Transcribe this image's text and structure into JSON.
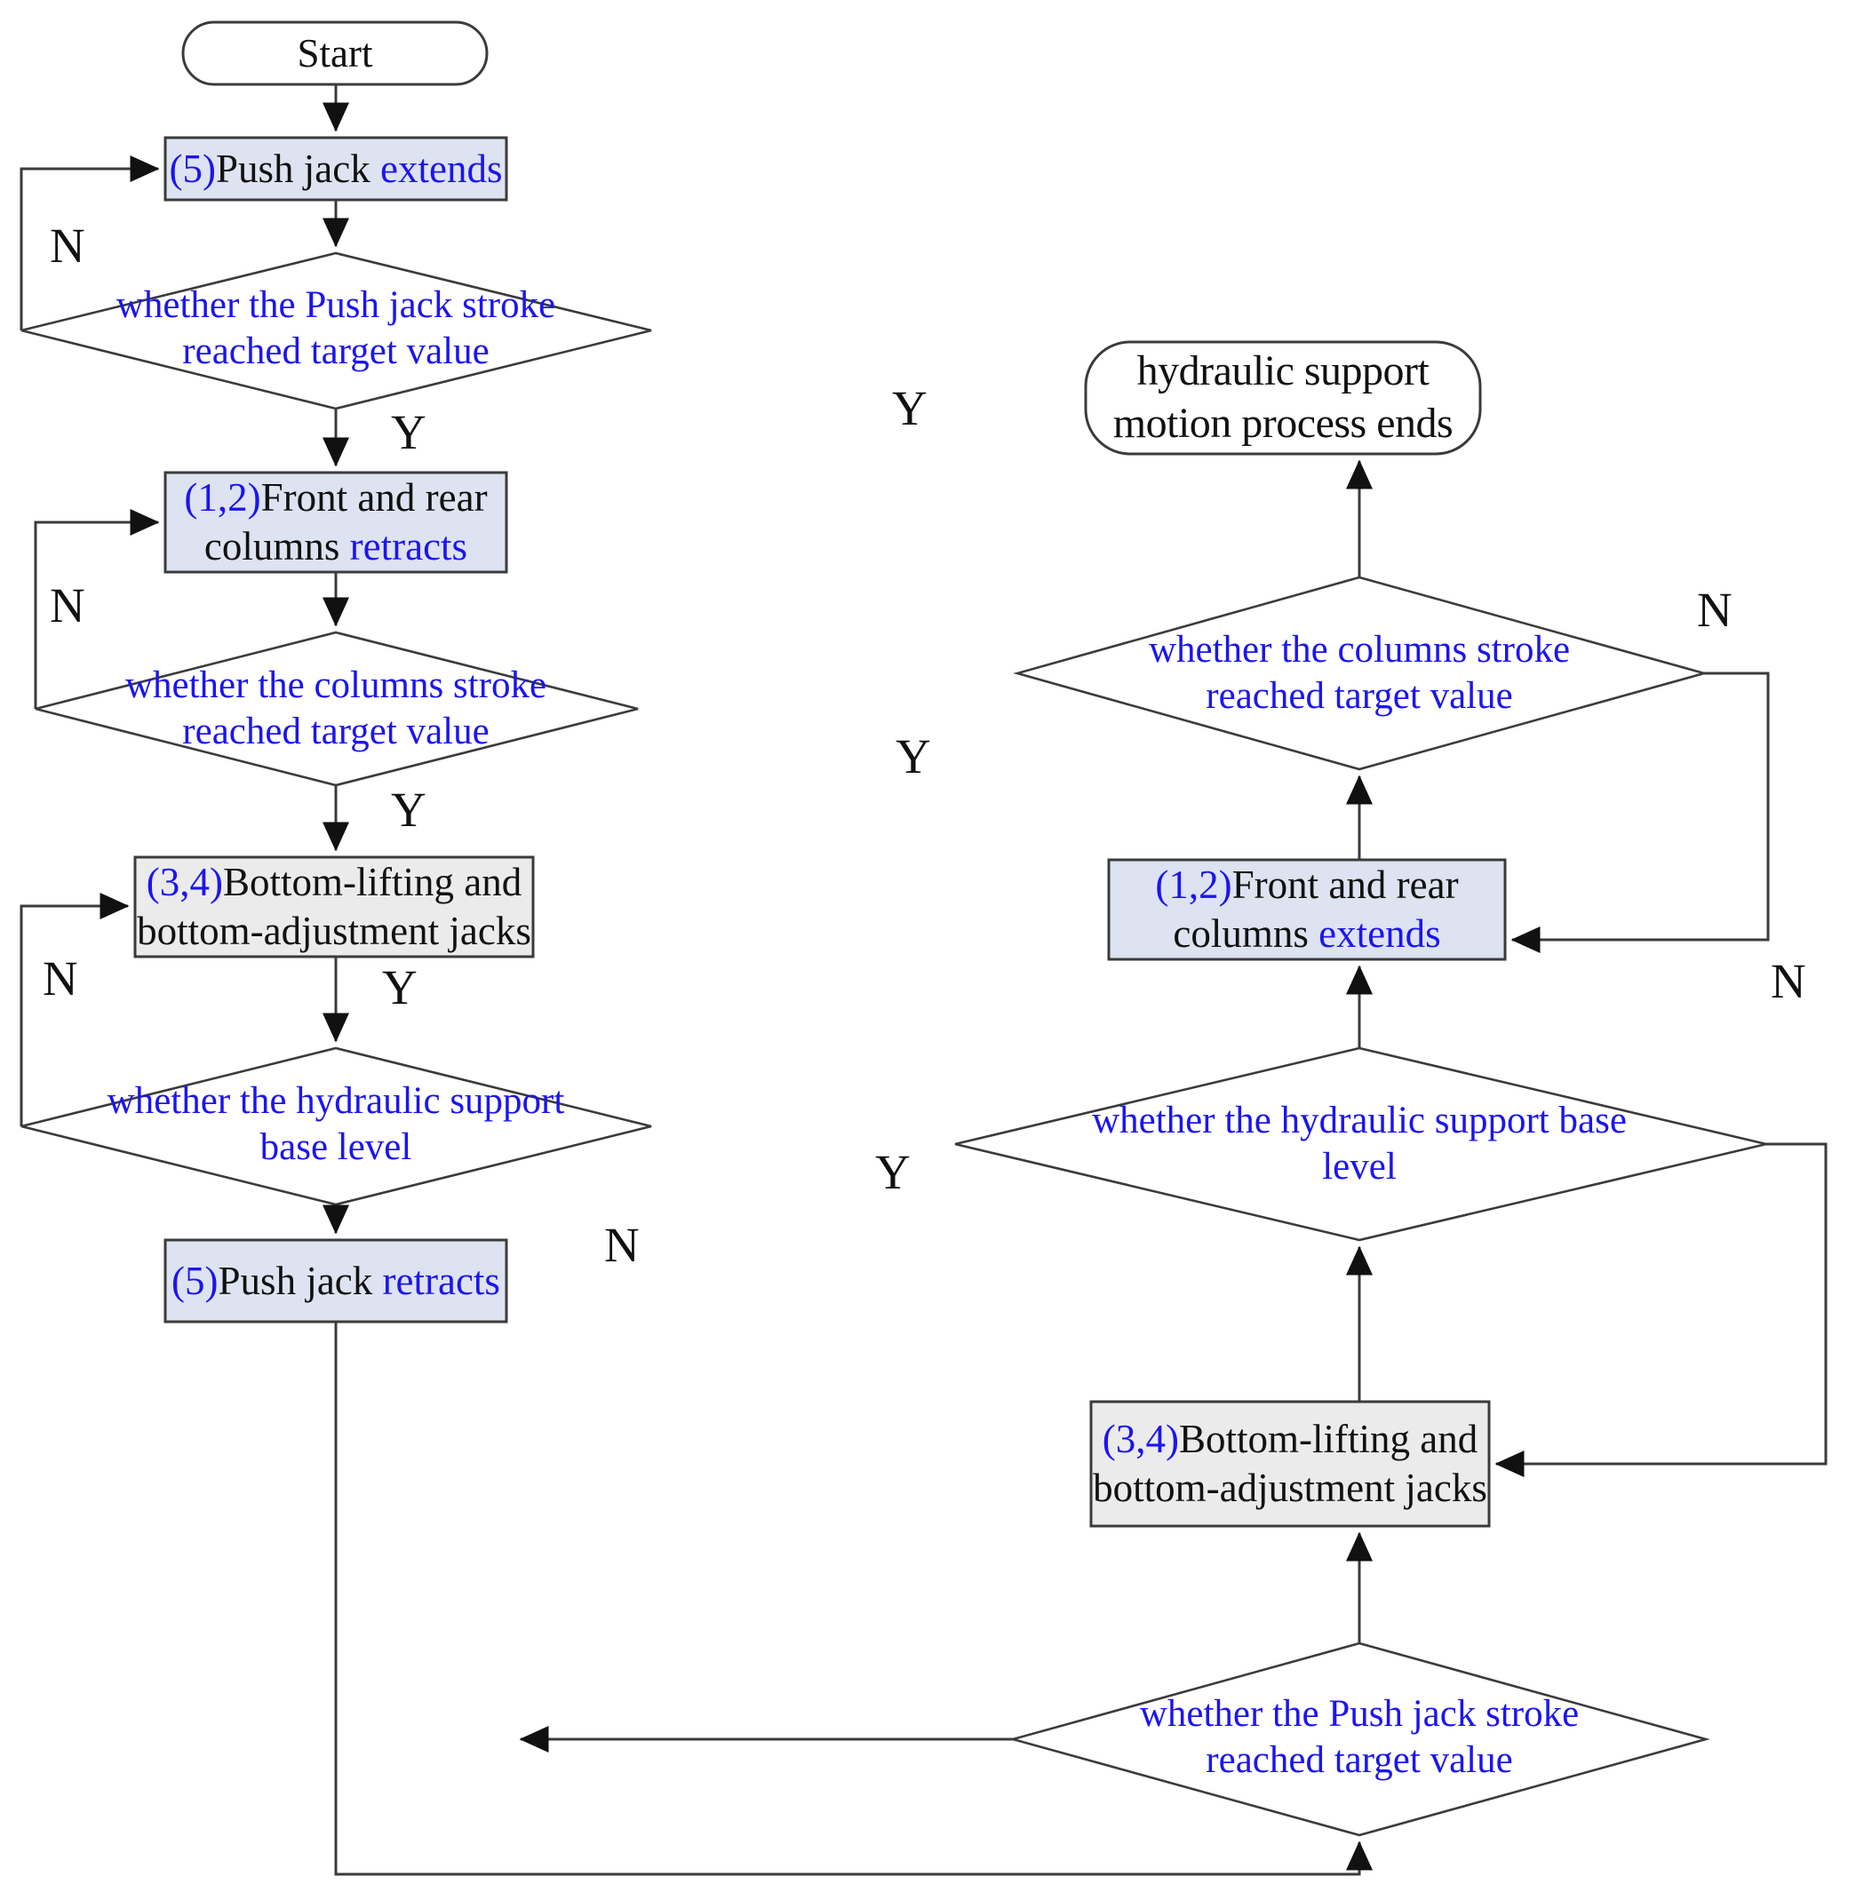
{
  "diagram": {
    "title": "hydraulic support motion process flowchart",
    "colors": {
      "process_blue_fill": "#dde3f0",
      "process_gray_fill": "#ebebeb",
      "terminal_fill": "#ffffff",
      "decision_fill": "#ffffff",
      "line": "#3b3b3b",
      "accent_text": "#1b15ef",
      "plain_text": "#111111"
    },
    "nodes": {
      "start": {
        "type": "terminal",
        "text": "Start"
      },
      "push_extends": {
        "type": "process",
        "fill": "blue",
        "parts": [
          {
            "text": "(5)",
            "color": "blue"
          },
          {
            "text": "Push  jack  ",
            "color": "black"
          },
          {
            "text": "extends",
            "color": "blue"
          }
        ]
      },
      "dec_push_stroke_1": {
        "type": "decision",
        "line1": "whether the Push jack stroke",
        "line2": "reached target value",
        "color": "blue"
      },
      "cols_retracts": {
        "type": "process",
        "fill": "blue",
        "line1_parts": [
          {
            "text": "(1,2)",
            "color": "blue"
          },
          {
            "text": "Front and rear",
            "color": "black"
          }
        ],
        "line2_parts": [
          {
            "text": "columns ",
            "color": "black"
          },
          {
            "text": "retracts",
            "color": "blue"
          }
        ]
      },
      "dec_columns_stroke_1": {
        "type": "decision",
        "line1": "whether the columns  stroke",
        "line2": "reached target value",
        "color": "blue"
      },
      "bottom_jacks_left": {
        "type": "process",
        "fill": "gray",
        "line1_parts": [
          {
            "text": "(3,4)",
            "color": "blue"
          },
          {
            "text": "Bottom-lifting and",
            "color": "black"
          }
        ],
        "line2_parts": [
          {
            "text": "bottom-adjustment jacks",
            "color": "black"
          }
        ]
      },
      "dec_base_level_1": {
        "type": "decision",
        "line1": "whether the hydraulic support",
        "line2": "base level",
        "color": "blue"
      },
      "push_retracts": {
        "type": "process",
        "fill": "blue",
        "parts": [
          {
            "text": "(5)",
            "color": "blue"
          },
          {
            "text": "Push  jack ",
            "color": "black"
          },
          {
            "text": "retracts",
            "color": "blue"
          }
        ]
      },
      "dec_push_stroke_2": {
        "type": "decision",
        "line1": "whether the Push jack stroke",
        "line2": "reached target value",
        "color": "blue"
      },
      "bottom_jacks_right": {
        "type": "process",
        "fill": "gray",
        "line1_parts": [
          {
            "text": "(3,4)",
            "color": "blue"
          },
          {
            "text": "Bottom-lifting and",
            "color": "black"
          }
        ],
        "line2_parts": [
          {
            "text": "bottom-adjustment jacks",
            "color": "black"
          }
        ]
      },
      "dec_base_level_2": {
        "type": "decision",
        "line1": "whether the hydraulic support base",
        "line2": "level",
        "color": "blue"
      },
      "cols_extends": {
        "type": "process",
        "fill": "blue",
        "line1_parts": [
          {
            "text": "(1,2)",
            "color": "blue"
          },
          {
            "text": "Front and rear",
            "color": "black"
          }
        ],
        "line2_parts": [
          {
            "text": "columns ",
            "color": "black"
          },
          {
            "text": "extends",
            "color": "blue"
          }
        ]
      },
      "dec_columns_stroke_2": {
        "type": "decision",
        "line1": "whether the columns  stroke",
        "line2": "reached target value",
        "color": "blue"
      },
      "end": {
        "type": "terminal",
        "line1": "hydraulic support",
        "line2": "motion process ends"
      }
    },
    "edge_labels": {
      "n1": "N",
      "y1": "Y",
      "n2": "N",
      "y2": "Y",
      "n3": "N",
      "y3": "Y",
      "n4": "N",
      "y4": "Y",
      "n5": "N",
      "y5": "Y",
      "n6": "N",
      "y6": "Y"
    }
  }
}
